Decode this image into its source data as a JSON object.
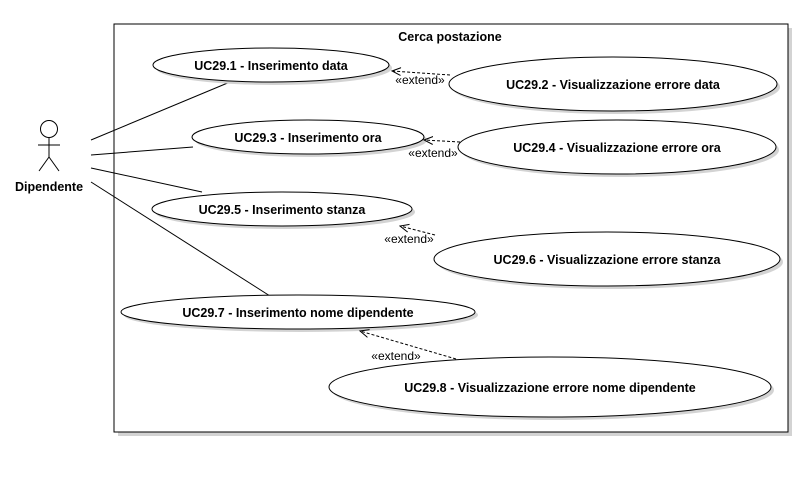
{
  "system": {
    "title": "Cerca postazione"
  },
  "actor": {
    "name": "Dipendente"
  },
  "use_cases": {
    "uc1": "UC29.1 - Inserimento data",
    "uc2": "UC29.2 - Visualizzazione errore data",
    "uc3": "UC29.3 - Inserimento ora",
    "uc4": "UC29.4 - Visualizzazione errore ora",
    "uc5": "UC29.5 - Inserimento stanza",
    "uc6": "UC29.6 - Visualizzazione errore stanza",
    "uc7": "UC29.7 - Inserimento nome dipendente",
    "uc8": "UC29.8 - Visualizzazione errore nome dipendente"
  },
  "relations": {
    "extend_label": "«extend»"
  },
  "colors": {
    "line": "#000000",
    "shadow": "#cfcfcf",
    "fill": "#ffffff"
  }
}
